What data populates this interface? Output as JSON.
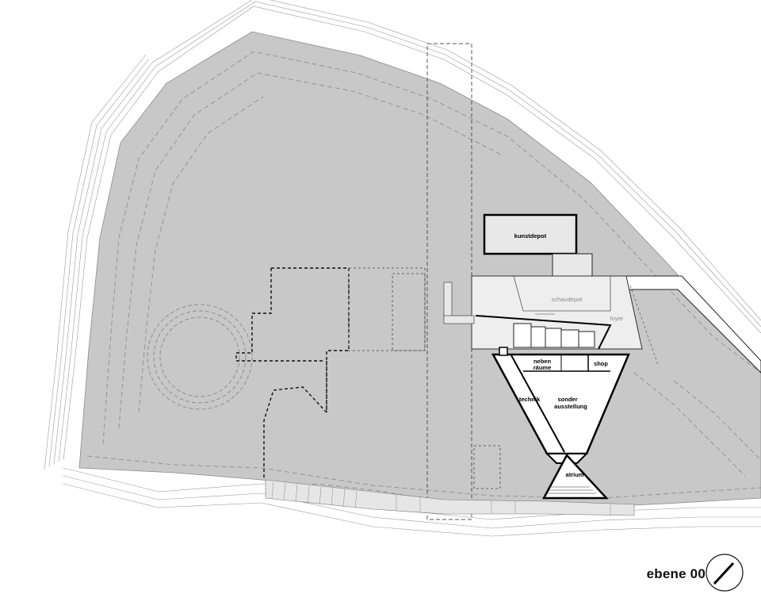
{
  "plan": {
    "level_title": "ebene 00",
    "rooms": {
      "kunstdepot": "kunstdepot",
      "schaudepot": "schaudepot",
      "foyer": "foyer",
      "neben_1": "neben",
      "neben_2": "räume",
      "shop": "shop",
      "technik": "technik",
      "sonder_1": "sonder",
      "sonder_2": "ausstellung",
      "atrium": "atrium"
    }
  },
  "colors": {
    "terrain": "#c8c8c8",
    "floor": "#e8e8e8",
    "background": "#ffffff",
    "line": "#000000"
  },
  "icons": {
    "north": "north-arrow-icon"
  }
}
